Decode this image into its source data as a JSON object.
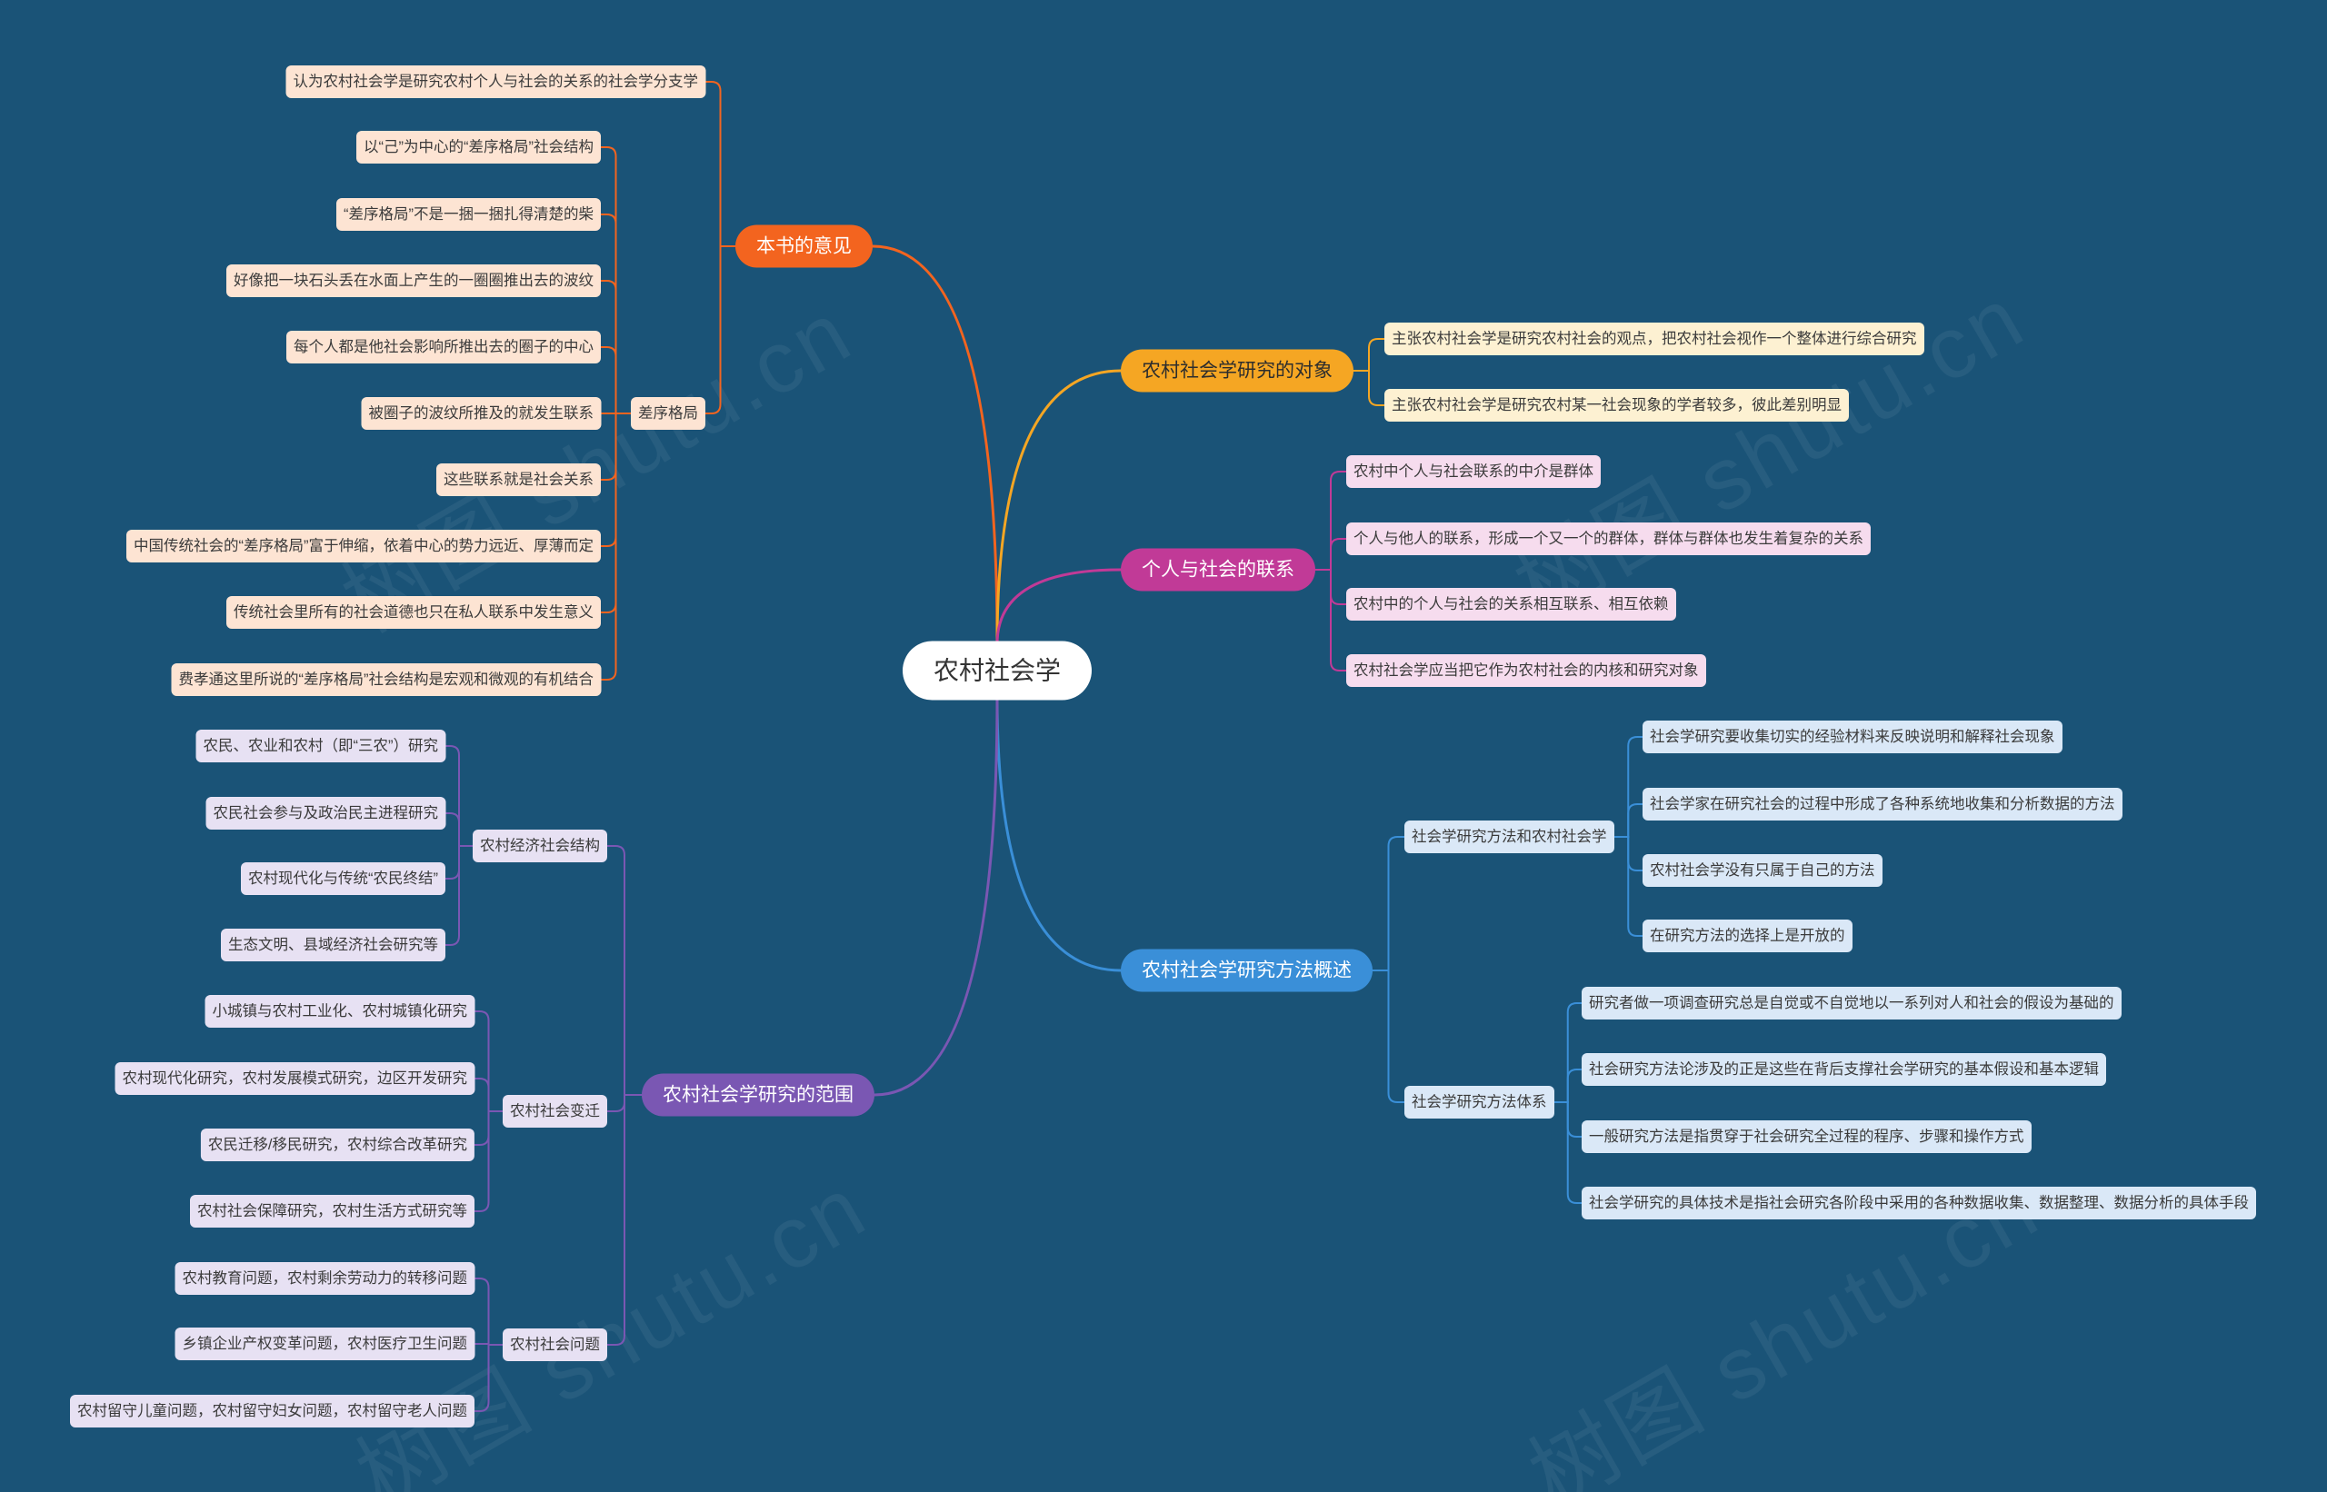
{
  "central_topic": "农村社会学",
  "watermark": "树图 shutu.cn",
  "branches": [
    {
      "title": "本书的意见",
      "color": "#f3641f",
      "children": [
        {
          "title": "认为农村社会学是研究农村个人与社会的关系的社会学分支学"
        },
        {
          "title": "差序格局",
          "children": [
            {
              "title": "以“己”为中心的“差序格局”社会结构"
            },
            {
              "title": "“差序格局”不是一捆一捆扎得清楚的柴"
            },
            {
              "title": "好像把一块石头丢在水面上产生的一圈圈推出去的波纹"
            },
            {
              "title": "每个人都是他社会影响所推出去的圈子的中心"
            },
            {
              "title": "被圈子的波纹所推及的就发生联系"
            },
            {
              "title": "这些联系就是社会关系"
            },
            {
              "title": "中国传统社会的“差序格局”富于伸缩，依着中心的势力远近、厚薄而定"
            },
            {
              "title": "传统社会里所有的社会道德也只在私人联系中发生意义"
            },
            {
              "title": "费孝通这里所说的“差序格局”社会结构是宏观和微观的有机结合"
            }
          ]
        }
      ]
    },
    {
      "title": "农村社会学研究的对象",
      "color": "#f5a623",
      "children": [
        {
          "title": "主张农村社会学是研究农村社会的观点，把农村社会视作一个整体进行综合研究"
        },
        {
          "title": "主张农村社会学是研究农村某一社会现象的学者较多，彼此差别明显"
        }
      ]
    },
    {
      "title": "个人与社会的联系",
      "color": "#c13a97",
      "children": [
        {
          "title": "农村中个人与社会联系的中介是群体"
        },
        {
          "title": "个人与他人的联系，形成一个又一个的群体，群体与群体也发生着复杂的关系"
        },
        {
          "title": "农村中的个人与社会的关系相互联系、相互依赖"
        },
        {
          "title": "农村社会学应当把它作为农村社会的内核和研究对象"
        }
      ]
    },
    {
      "title": "农村社会学研究方法概述",
      "color": "#3a8fd8",
      "children": [
        {
          "title": "社会学研究方法和农村社会学",
          "children": [
            {
              "title": "社会学研究要收集切实的经验材料来反映说明和解释社会现象"
            },
            {
              "title": "社会学家在研究社会的过程中形成了各种系统地收集和分析数据的方法"
            },
            {
              "title": "农村社会学没有只属于自己的方法"
            },
            {
              "title": "在研究方法的选择上是开放的"
            }
          ]
        },
        {
          "title": "社会学研究方法体系",
          "children": [
            {
              "title": "研究者做一项调查研究总是自觉或不自觉地以一系列对人和社会的假设为基础的"
            },
            {
              "title": "社会研究方法论涉及的正是这些在背后支撑社会学研究的基本假设和基本逻辑"
            },
            {
              "title": "一般研究方法是指贯穿于社会研究全过程的程序、步骤和操作方式"
            },
            {
              "title": "社会学研究的具体技术是指社会研究各阶段中采用的各种数据收集、数据整理、数据分析的具体手段"
            }
          ]
        }
      ]
    },
    {
      "title": "农村社会学研究的范围",
      "color": "#7a57b3",
      "children": [
        {
          "title": "农村经济社会结构",
          "children": [
            {
              "title": "农民、农业和农村（即“三农”）研究"
            },
            {
              "title": "农民社会参与及政治民主进程研究"
            },
            {
              "title": "农村现代化与传统“农民终结”"
            },
            {
              "title": "生态文明、县域经济社会研究等"
            }
          ]
        },
        {
          "title": "农村社会变迁",
          "children": [
            {
              "title": "小城镇与农村工业化、农村城镇化研究"
            },
            {
              "title": "农村现代化研究，农村发展模式研究，边区开发研究"
            },
            {
              "title": "农民迁移/移民研究，农村综合改革研究"
            },
            {
              "title": "农村社会保障研究，农村生活方式研究等"
            }
          ]
        },
        {
          "title": "农村社会问题",
          "children": [
            {
              "title": "农村教育问题，农村剩余劳动力的转移问题"
            },
            {
              "title": "乡镇企业产权变革问题，农村医疗卫生问题"
            },
            {
              "title": "农村留守儿童问题，农村留守妇女问题，农村留守老人问题"
            }
          ]
        }
      ]
    }
  ]
}
